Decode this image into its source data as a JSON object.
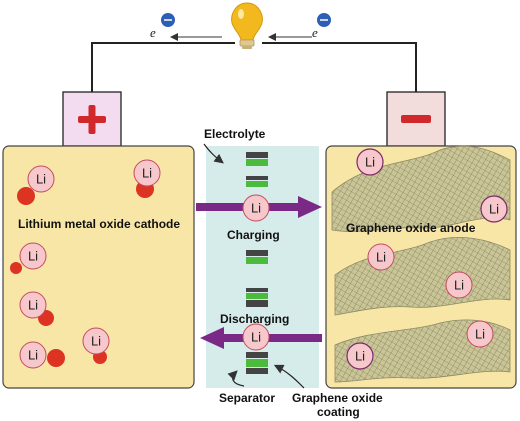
{
  "labels": {
    "electrolyte": "Electrolyte",
    "cathode": "Lithium metal oxide cathode",
    "anode": "Graphene oxide anode",
    "charging": "Charging",
    "discharging": "Discharging",
    "separator": "Separator",
    "coating_line1": "Graphene oxide",
    "coating_line2": "coating",
    "electron_left": "e",
    "electron_right": "e",
    "ion": "Li",
    "plus": "+",
    "minus": "−"
  },
  "colors": {
    "electrode_fill": "#f8e6a6",
    "electrolyte_fill": "#d6eceb",
    "arrow": "#7a2a86",
    "ion_fill": "#f6c7cb",
    "ion_stroke": "#c44a62",
    "oxide_ball": "#dd3322",
    "terminal_plus_fill": "#f3dcef",
    "terminal_minus_fill": "#f2dcdc",
    "sign_red": "#d1282c",
    "bulb": "#f2b81e",
    "electron_badge": "#2d5fb5",
    "sheet": "#b8b48a"
  },
  "icons": {
    "bulb": "light-bulb-icon",
    "electron": "electron-icon"
  }
}
